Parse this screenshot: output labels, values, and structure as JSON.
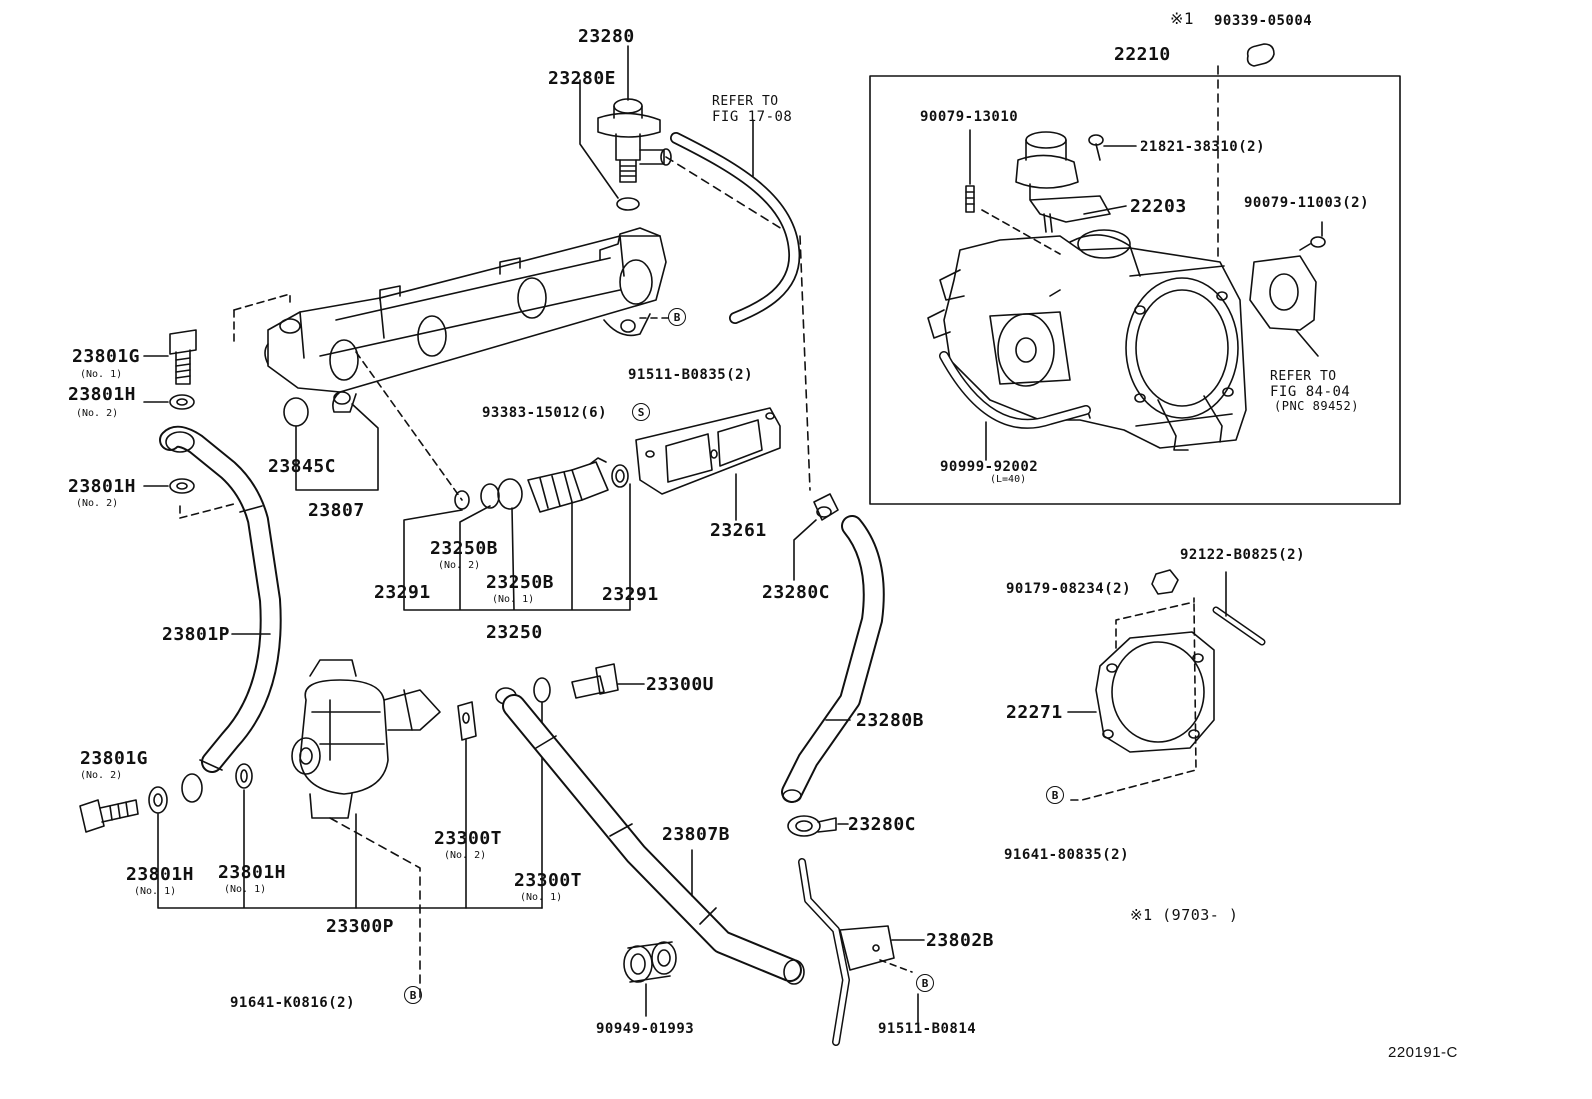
{
  "labels": {
    "p23280": "23280",
    "p23280e": "23280E",
    "refer1708_a": "REFER TO",
    "refer1708_b": "FIG 17-08",
    "p22210": "22210",
    "note1": "※1",
    "p90339": "90339-05004",
    "p90079_13010": "90079-13010",
    "p21821": "21821-38310(2)",
    "p22203": "22203",
    "p90079_11003": "90079-11003(2)",
    "refer8404_a": "REFER TO",
    "refer8404_b": "FIG 84-04",
    "refer8404_c": "(PNC 89452)",
    "p90999": "90999-92002",
    "p90999_len": "(L=40)",
    "p23801g_1": "23801G",
    "p23801g_1_no": "(No. 1)",
    "p23801h_2a": "23801H",
    "p23801h_2a_no": "(No. 2)",
    "p23801h_2b": "23801H",
    "p23801h_2b_no": "(No. 2)",
    "p91511_b0835": "91511-B0835(2)",
    "p93383": "93383-15012(6)",
    "p23845c": "23845C",
    "p23807": "23807",
    "p23250b_2": "23250B",
    "p23250b_2_no": "(No. 2)",
    "p23250b_1": "23250B",
    "p23250b_1_no": "(No. 1)",
    "p23291a": "23291",
    "p23291b": "23291",
    "p23250": "23250",
    "p23261": "23261",
    "p23280c_a": "23280C",
    "p92122": "92122-B0825(2)",
    "p90179": "90179-08234(2)",
    "p23801p": "23801P",
    "p23300u": "23300U",
    "p23280b": "23280B",
    "p22271": "22271",
    "p23801g_2": "23801G",
    "p23801g_2_no": "(No. 2)",
    "p23280c_b": "23280C",
    "p23300t_2": "23300T",
    "p23300t_2_no": "(No. 2)",
    "p23807b": "23807B",
    "p91641_80835": "91641-80835(2)",
    "p23801h_1a": "23801H",
    "p23801h_1a_no": "(No. 1)",
    "p23801h_1b": "23801H",
    "p23801h_1b_no": "(No. 1)",
    "p23300t_1": "23300T",
    "p23300t_1_no": "(No. 1)",
    "note_range": "※1 (9703-       )",
    "p23300p": "23300P",
    "p23802b": "23802B",
    "p91641_k0816": "91641-K0816(2)",
    "p90949": "90949-01993",
    "p91511_b0814": "91511-B0814",
    "fig_code": "220191-C"
  },
  "badges": {
    "b": "B",
    "s": "S"
  }
}
